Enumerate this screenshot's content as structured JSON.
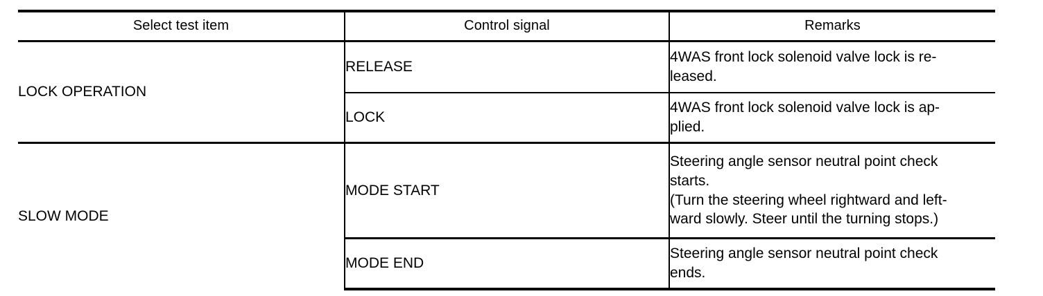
{
  "table": {
    "headers": {
      "select_test_item": "Select test item",
      "control_signal": "Control signal",
      "remarks": "Remarks"
    },
    "groups": [
      {
        "name": "LOCK OPERATION",
        "rows": [
          {
            "signal": "RELEASE",
            "remarks_lines": [
              "4WAS front lock solenoid valve lock is re-",
              "leased."
            ]
          },
          {
            "signal": "LOCK",
            "remarks_lines": [
              "4WAS front lock solenoid valve lock is ap-",
              "plied."
            ]
          }
        ]
      },
      {
        "name": "SLOW MODE",
        "rows": [
          {
            "signal": "MODE START",
            "remarks_lines": [
              "Steering angle sensor neutral point check",
              "starts.",
              "(Turn the steering wheel rightward and left-",
              "ward slowly. Steer until the turning stops.)"
            ]
          },
          {
            "signal": "MODE END",
            "remarks_lines": [
              "Steering angle sensor neutral point check",
              "ends."
            ]
          }
        ]
      }
    ]
  },
  "style": {
    "rule_color": "#000000",
    "text_color": "#000000",
    "background": "#ffffff"
  }
}
